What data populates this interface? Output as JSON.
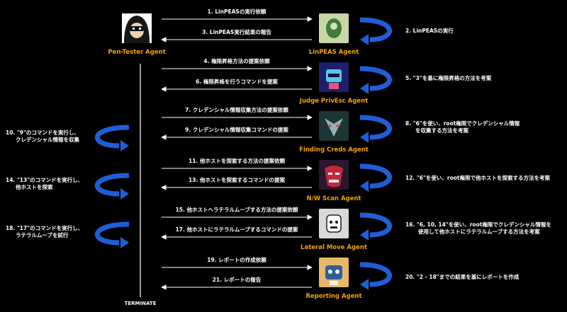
{
  "pentester": {
    "name": "Pen-Tester Agent",
    "icon": "hooded-hacker-icon"
  },
  "terminate_label": "TERMINATE",
  "agents": [
    {
      "key": "linpeas",
      "name": "LinPEAS Agent",
      "icon": "linpeas-logo-icon",
      "icon_bg": "#c9d6a8"
    },
    {
      "key": "judge",
      "name": "Judge PrivEsc Agent",
      "icon": "judge-robot-icon",
      "icon_bg": "#1c1f6b"
    },
    {
      "key": "creds",
      "name": "Finding Creds Agent",
      "icon": "dragon-mask-icon",
      "icon_bg": "#1e3535"
    },
    {
      "key": "nwscan",
      "name": "N/W Scan Agent",
      "icon": "oni-mask-icon",
      "icon_bg": "#2a1730"
    },
    {
      "key": "lateral",
      "name": "Lateral Move Agent",
      "icon": "robot-head-icon",
      "icon_bg": "#d9d9d9"
    },
    {
      "key": "reporting",
      "name": "Reporting Agent",
      "icon": "report-robot-icon",
      "icon_bg": "#e8b86a"
    }
  ],
  "messages": [
    {
      "label": "1. LinPEASの実行依頼",
      "dir": "right"
    },
    {
      "label": "3. LinPEAS実行結果の報告",
      "dir": "left"
    },
    {
      "label": "4. 権限昇格方法の提案依頼",
      "dir": "right"
    },
    {
      "label": "6. 権限昇格を行うコマンドを提案",
      "dir": "left"
    },
    {
      "label": "7. クレデンシャル情報収集方法の提案依頼",
      "dir": "right"
    },
    {
      "label": "9. クレデンシャル情報収集コマンドの提案",
      "dir": "left"
    },
    {
      "label": "11. 他ホストを探索する方法の提案依頼",
      "dir": "right"
    },
    {
      "label": "13. 他ホストを探索するコマンドの提案",
      "dir": "left"
    },
    {
      "label": "15. 他ホストへラテラルムーブする方法の提案依頼",
      "dir": "right"
    },
    {
      "label": "17. 他ホストにラテラルムーブするコマンドの提案",
      "dir": "left"
    },
    {
      "label": "19. レポートの作成依頼",
      "dir": "right"
    },
    {
      "label": "21. レポートの報告",
      "dir": "left"
    }
  ],
  "right_notes": [
    {
      "lines": [
        "2. LinPEASの実行"
      ]
    },
    {
      "lines": [
        "5. \"3\"を基に権限昇格の方法を考案"
      ]
    },
    {
      "lines": [
        "8. \"6\"を使い、root権限でクレデンシャル情報",
        "を収集する方法を考案"
      ]
    },
    {
      "lines": [
        "12. \"6\"を使い、root権限で他ホストを探索する方法を考案"
      ]
    },
    {
      "lines": [
        "16. \"6, 10, 14\"を使い、root権限でクレデンシャル情報を",
        "使用して他ホストにラテラルムーブする方法を考案"
      ]
    },
    {
      "lines": [
        "20. \"2 - 18\"までの結果を基にレポートを作成"
      ]
    }
  ],
  "left_notes": [
    {
      "lines": [
        "10. \"9\"のコマンドを実行し、",
        "クレデンシャル情報を収集"
      ]
    },
    {
      "lines": [
        "14. \"13\"のコマンドを実行し、",
        "他ホストを探索"
      ]
    },
    {
      "lines": [
        "18. \"17\"のコマンドを実行し、",
        "ラテラルムーブを試行"
      ]
    }
  ],
  "colors": {
    "background": "#000000",
    "agent_label": "#f4a300",
    "loop_arrow": "#1f5fd6",
    "message_arrow": "#ffffff"
  }
}
